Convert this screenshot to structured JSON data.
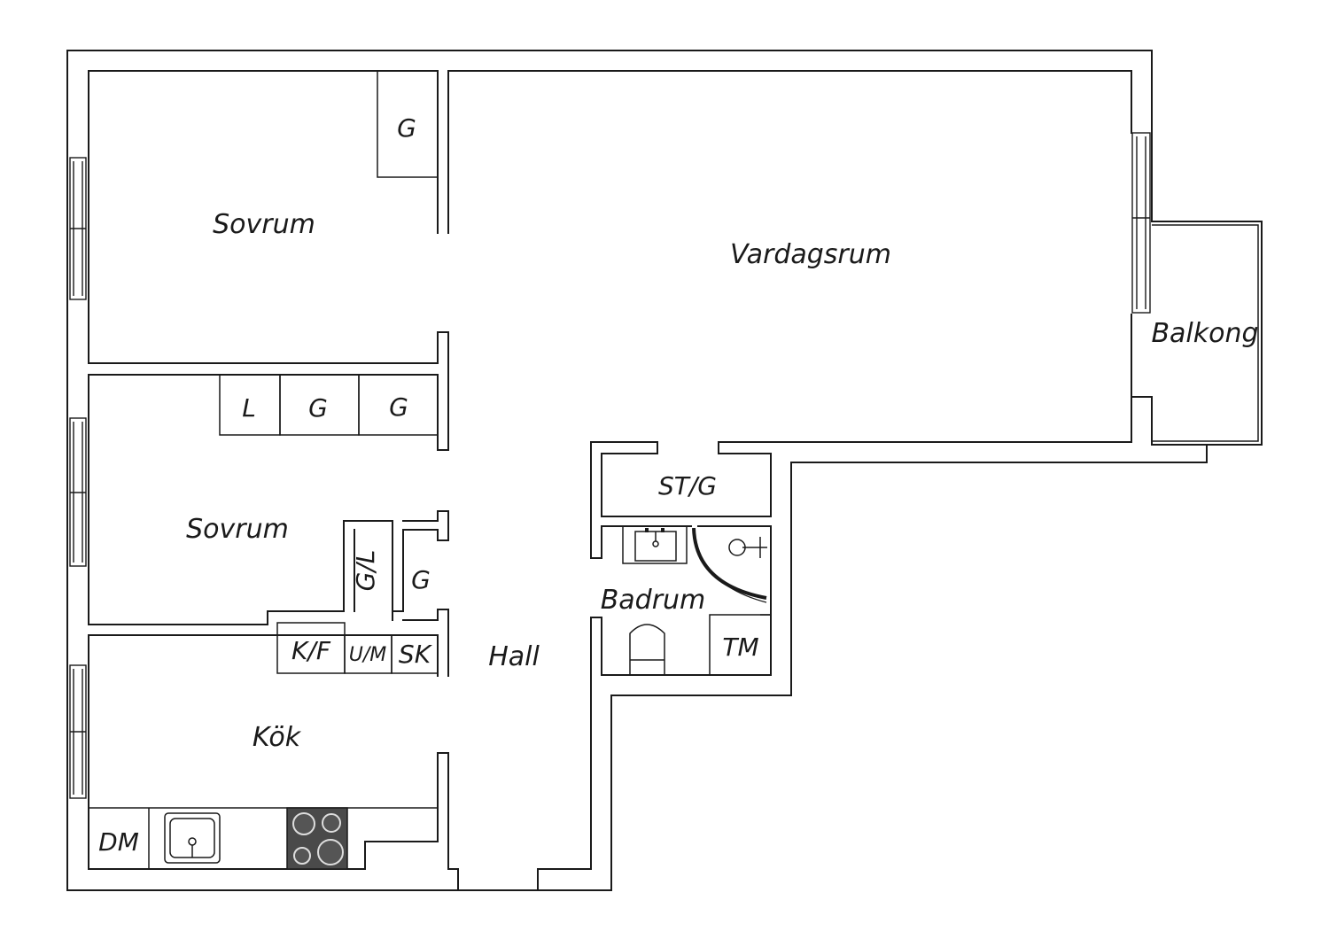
{
  "rooms": {
    "sovrum_1": "Sovrum",
    "sovrum_2": "Sovrum",
    "vardagsrum": "Vardagsrum",
    "balkong": "Balkong",
    "kok": "Kök",
    "hall": "Hall",
    "badrum": "Badrum"
  },
  "storage": {
    "g_sovrum_1": "G",
    "l_sovrum_2": "L",
    "g_sovrum_2a": "G",
    "g_sovrum_2b": "G",
    "gl_hall": "G/L",
    "g_hall": "G",
    "stg": "ST/G",
    "kf": "K/F",
    "um": "U/M",
    "sk": "SK",
    "tm": "TM",
    "dm": "DM"
  },
  "colors": {
    "line": "#1a1a1a",
    "background": "#ffffff",
    "stove": "#4a4a4a"
  }
}
